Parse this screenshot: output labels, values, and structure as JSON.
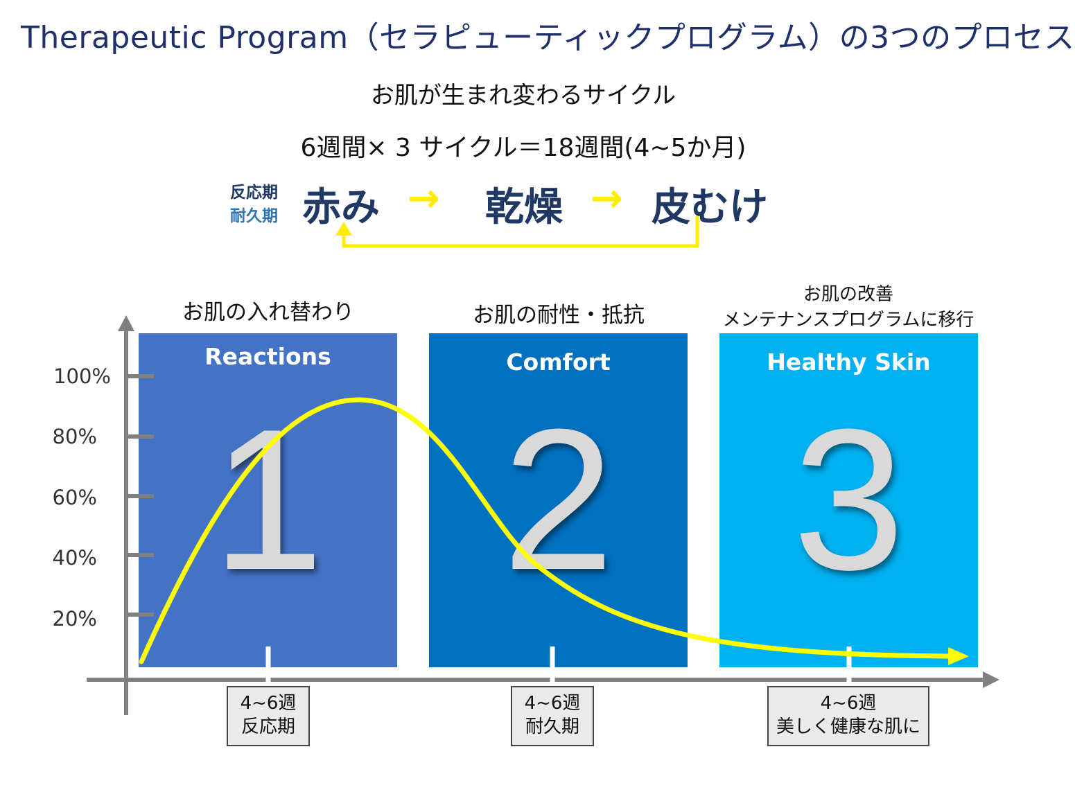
{
  "title": "Therapeutic Program（セラピューティックプログラム）の3つのプロセス",
  "subtitle": "お肌が生まれ変わるサイクル",
  "formula": "6週間× 3 サイクル＝18週間(4~5か月)",
  "cycle": {
    "labels": [
      "反応期",
      "耐久期"
    ],
    "label_colors": [
      "#1f3864",
      "#2e75b6"
    ],
    "steps": [
      "赤み",
      "乾燥",
      "皮むけ"
    ],
    "arrow_glyph": "→",
    "arrow_color": "#ffee00"
  },
  "phases": [
    {
      "heading": "お肌の入れ替わり",
      "title": "Reactions",
      "number": "1",
      "color": "#4472c4",
      "duration": "4~6週",
      "note": "反応期"
    },
    {
      "heading": "お肌の耐性・抵抗",
      "title": "Comfort",
      "number": "2",
      "color": "#0070c0",
      "duration": "4~6週",
      "note": "耐久期"
    },
    {
      "heading_lines": [
        "お肌の改善",
        "メンテナンスプログラムに移行"
      ],
      "title": "Healthy Skin",
      "number": "3",
      "color": "#00b0f0",
      "duration": "4~6週",
      "note": "美しく健康な肌に"
    }
  ],
  "y_axis_ticks": [
    "100%",
    "80%",
    "60%",
    "40%",
    "20%"
  ],
  "curve_color": "#ffff00",
  "axis_color": "#808080"
}
